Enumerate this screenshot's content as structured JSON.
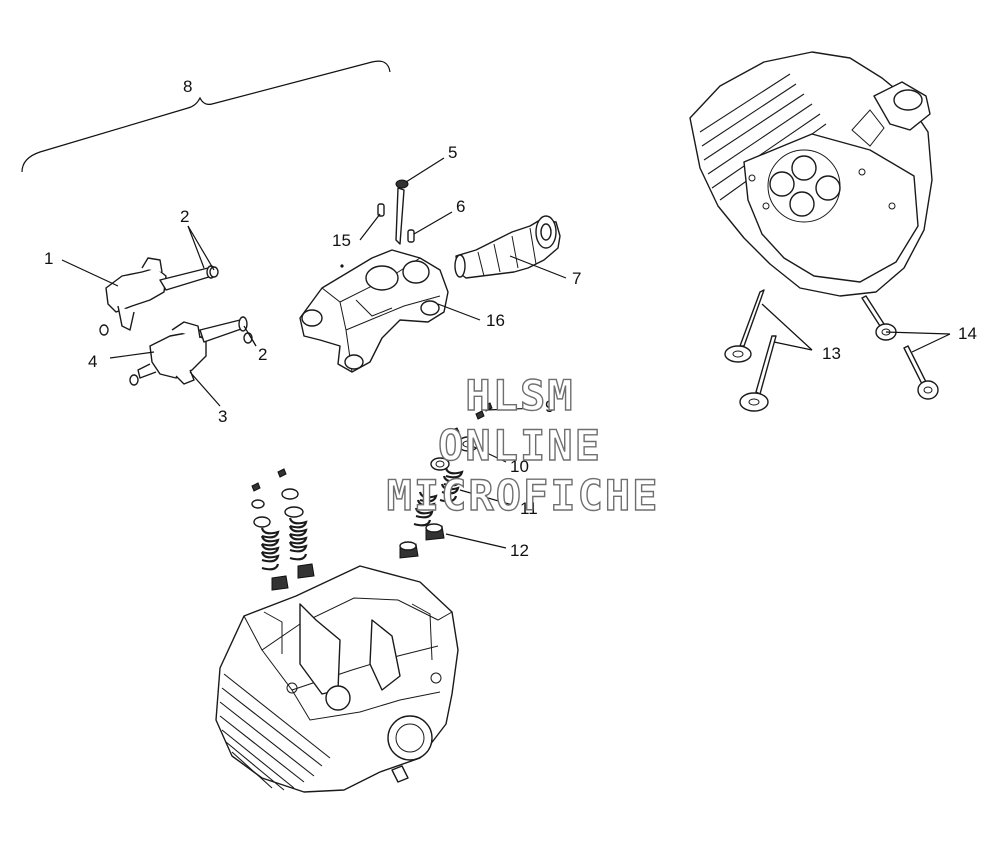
{
  "callouts": {
    "c1": "1",
    "c2a": "2",
    "c2b": "2",
    "c3": "3",
    "c4": "4",
    "c5": "5",
    "c6": "6",
    "c7": "7",
    "c8": "8",
    "c9": "9",
    "c10": "10",
    "c11": "11",
    "c12": "12",
    "c13": "13",
    "c14": "14",
    "c15": "15",
    "c16": "16"
  },
  "watermark": {
    "line1": "HLSM",
    "line2": "ONLINE",
    "line3": "MICROFICHE",
    "color": "#6f6f6f"
  }
}
